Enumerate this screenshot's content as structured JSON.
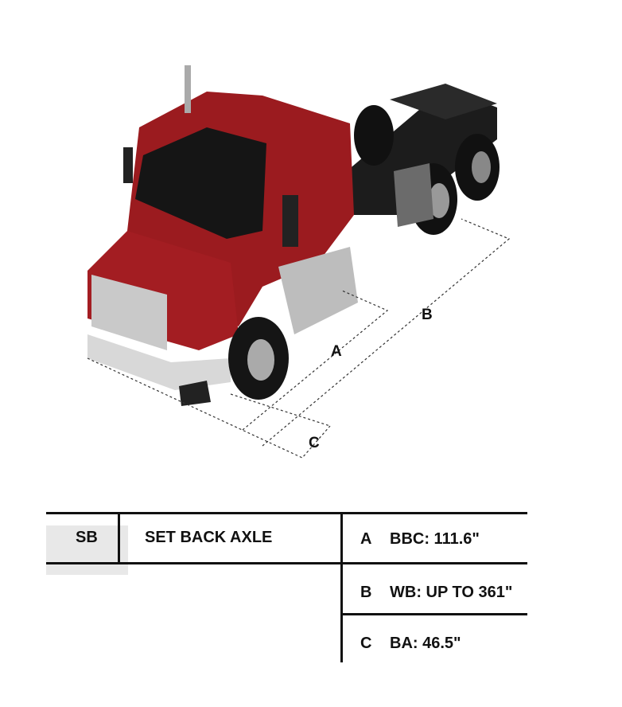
{
  "diagram": {
    "dimension_labels": [
      "A",
      "B",
      "C"
    ]
  },
  "table": {
    "code": "SB",
    "name": "SET BACK AXLE",
    "specs": [
      {
        "letter": "A",
        "value": "BBC: 111.6\""
      },
      {
        "letter": "B",
        "value": "WB: UP TO 361\""
      },
      {
        "letter": "C",
        "value": "BA: 46.5\""
      }
    ]
  },
  "colors": {
    "cab": "#9b1b1f",
    "frame": "#1a1a1a",
    "highlight": "#e8e8e8"
  }
}
